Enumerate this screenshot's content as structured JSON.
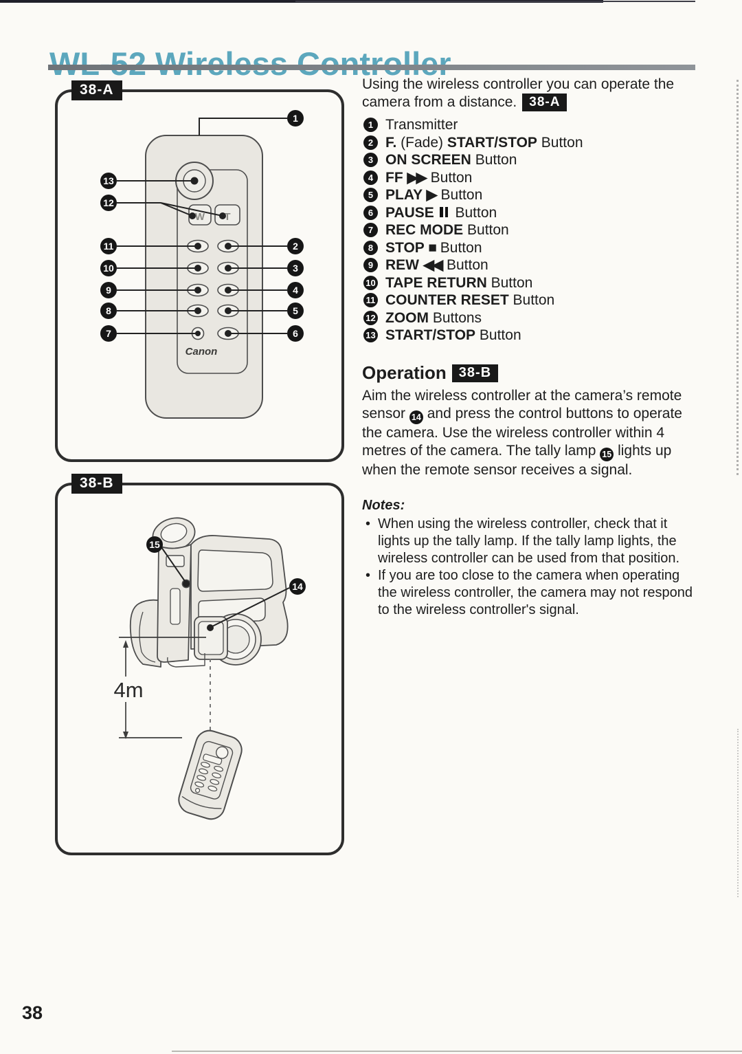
{
  "page": {
    "title": "WL-52 Wireless Controller",
    "page_number": "38",
    "title_color": "#5ca7bd",
    "badge_color": "#191919"
  },
  "figure_a": {
    "tag": "38-A",
    "brand": "Canon",
    "zoom_wide_label": "W",
    "zoom_tele_label": "T",
    "callouts": [
      "1",
      "2",
      "3",
      "4",
      "5",
      "6",
      "7",
      "8",
      "9",
      "10",
      "11",
      "12",
      "13"
    ]
  },
  "figure_b": {
    "tag": "38-B",
    "distance_label": "4m",
    "callouts": [
      "14",
      "15"
    ]
  },
  "right_column": {
    "intro": {
      "text": "Using the wireless controller you can operate the camera from a distance.",
      "figure_ref": "38-A"
    },
    "icons": {
      "ff": "▶▶",
      "play": "▶",
      "rew": "◀◀",
      "stop": "■",
      "pause": "||"
    },
    "items": [
      {
        "num": "1",
        "segments": [
          {
            "t": "Transmitter",
            "b": false
          }
        ]
      },
      {
        "num": "2",
        "segments": [
          {
            "t": "F.",
            "b": true
          },
          {
            "t": " (Fade) ",
            "b": false
          },
          {
            "t": "START/STOP",
            "b": true
          },
          {
            "t": " Button",
            "b": false
          }
        ]
      },
      {
        "num": "3",
        "segments": [
          {
            "t": "ON SCREEN",
            "b": true
          },
          {
            "t": " Button",
            "b": false
          }
        ]
      },
      {
        "num": "4",
        "segments": [
          {
            "t": "FF ",
            "b": true
          },
          {
            "icon": "ff"
          },
          {
            "t": " Button",
            "b": false
          }
        ]
      },
      {
        "num": "5",
        "segments": [
          {
            "t": "PLAY ",
            "b": true
          },
          {
            "icon": "play"
          },
          {
            "t": " Button",
            "b": false
          }
        ]
      },
      {
        "num": "6",
        "segments": [
          {
            "t": "PAUSE ",
            "b": true
          },
          {
            "icon": "pause"
          },
          {
            "t": " Button",
            "b": false
          }
        ]
      },
      {
        "num": "7",
        "segments": [
          {
            "t": "REC MODE",
            "b": true
          },
          {
            "t": " Button",
            "b": false
          }
        ]
      },
      {
        "num": "8",
        "segments": [
          {
            "t": "STOP ",
            "b": true
          },
          {
            "icon": "stop"
          },
          {
            "t": " Button",
            "b": false
          }
        ]
      },
      {
        "num": "9",
        "segments": [
          {
            "t": "REW ",
            "b": true
          },
          {
            "icon": "rew"
          },
          {
            "t": " Button",
            "b": false
          }
        ]
      },
      {
        "num": "10",
        "segments": [
          {
            "t": "TAPE RETURN",
            "b": true
          },
          {
            "t": " Button",
            "b": false
          }
        ]
      },
      {
        "num": "11",
        "segments": [
          {
            "t": "COUNTER RESET",
            "b": true
          },
          {
            "t": " Button",
            "b": false
          }
        ]
      },
      {
        "num": "12",
        "segments": [
          {
            "t": "ZOOM",
            "b": true
          },
          {
            "t": " Buttons",
            "b": false
          }
        ]
      },
      {
        "num": "13",
        "segments": [
          {
            "t": "START/STOP",
            "b": true
          },
          {
            "t": " Button",
            "b": false
          }
        ]
      }
    ],
    "operation": {
      "heading": "Operation",
      "figure_ref": "38-B",
      "segments": [
        {
          "t": "Aim the wireless controller at the camera’s remote sensor "
        },
        {
          "badge": "14"
        },
        {
          "t": " and press the control buttons to operate the camera. Use the wireless controller within 4 metres of the camera. The tally lamp "
        },
        {
          "badge": "15"
        },
        {
          "t": " lights up when the remote sensor receives a signal."
        }
      ]
    },
    "notes": {
      "heading": "Notes:",
      "bullets": [
        "When using the wireless controller, check that it lights up the tally lamp. If the tally lamp lights, the wireless controller can be used from that position.",
        "If you are too close to the camera when operating the wireless controller, the camera may not respond to the wireless controller's signal."
      ]
    }
  }
}
